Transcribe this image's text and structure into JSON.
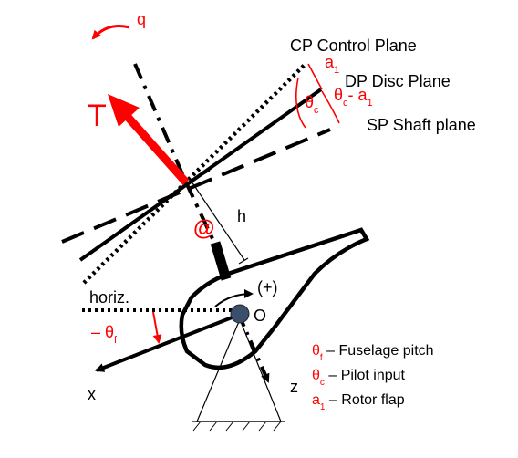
{
  "colors": {
    "ink": "#000000",
    "accent": "#ff0000",
    "hub": "#3b4f6b"
  },
  "labels": {
    "q": "q",
    "thrust": "T",
    "cp": "CP Control Plane",
    "a1_top": "a",
    "a1_top_sub": "1",
    "dp": "DP Disc Plane",
    "theta_c": "θ",
    "theta_c_sub": "c",
    "theta_c_minus": "θ",
    "theta_c_minus_sub": "c",
    "theta_c_minus_rest": "- a",
    "theta_c_minus_rest_sub": "1",
    "sp": "SP Shaft plane",
    "h": "h",
    "at": "@",
    "plus": "(+)",
    "horiz": "horiz.",
    "o": "O",
    "neg_theta_f": "– θ",
    "neg_theta_f_sub": "f",
    "x": "x",
    "z": "z"
  },
  "legend": [
    {
      "sym": "θ",
      "sub": "f",
      "text": " – Fuselage pitch"
    },
    {
      "sym": "θ",
      "sub": "c",
      "text": " – Pilot input"
    },
    {
      "sym": "a",
      "sub": "1",
      "text": " – Rotor flap"
    }
  ]
}
